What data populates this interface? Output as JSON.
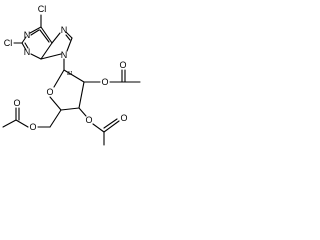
{
  "colors": {
    "background": "#ffffff",
    "ink": "#000000"
  },
  "molecule": {
    "atoms": {
      "cl_top": "Cl",
      "cl_left": "Cl",
      "n_purine_1": "N",
      "n_purine_3": "N",
      "n_purine_7": "N",
      "n_purine_9": "N",
      "o_ring": "O",
      "o_ester_2": "O",
      "o_carbonyl_2": "O",
      "o_ester_3": "O",
      "o_carbonyl_3": "O",
      "o_ester_5": "O",
      "o_carbonyl_5": "O"
    },
    "stereo_label": "&1"
  }
}
